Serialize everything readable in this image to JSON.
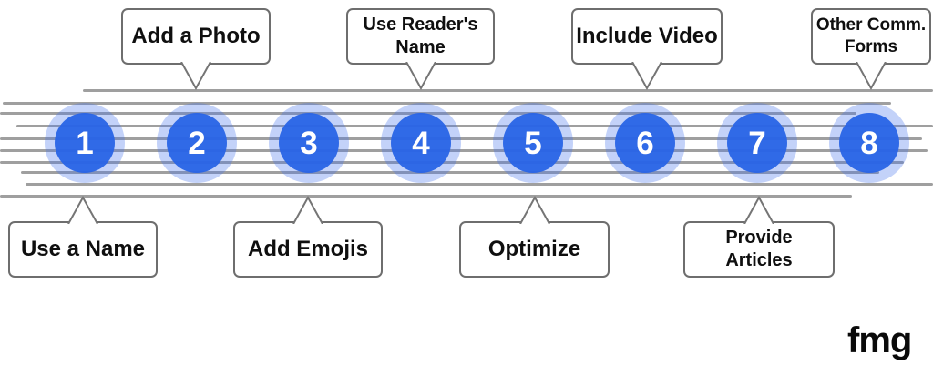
{
  "diagram": {
    "description": "8-step numbered timeline infographic",
    "steps": [
      {
        "number": "1",
        "label": "Use a Name",
        "label_position": "below"
      },
      {
        "number": "2",
        "label": "Add a Photo",
        "label_position": "above"
      },
      {
        "number": "3",
        "label": "Add Emojis",
        "label_position": "below"
      },
      {
        "number": "4",
        "label": "Use Reader's Name",
        "label_position": "above"
      },
      {
        "number": "5",
        "label": "Optimize",
        "label_position": "below"
      },
      {
        "number": "6",
        "label": "Include Video",
        "label_position": "above"
      },
      {
        "number": "7",
        "label": "Provide Articles",
        "label_position": "below"
      },
      {
        "number": "8",
        "label": "Other Comm. Forms",
        "label_position": "above"
      }
    ],
    "colors": {
      "circle_fill": "#2864E6",
      "circle_halo": "#C3D2F8",
      "line_gray": "#878787",
      "box_border": "#6E6E6E",
      "text": "#0F0F0F",
      "background": "#FFFFFF"
    }
  },
  "logo": {
    "text": "fmg"
  }
}
